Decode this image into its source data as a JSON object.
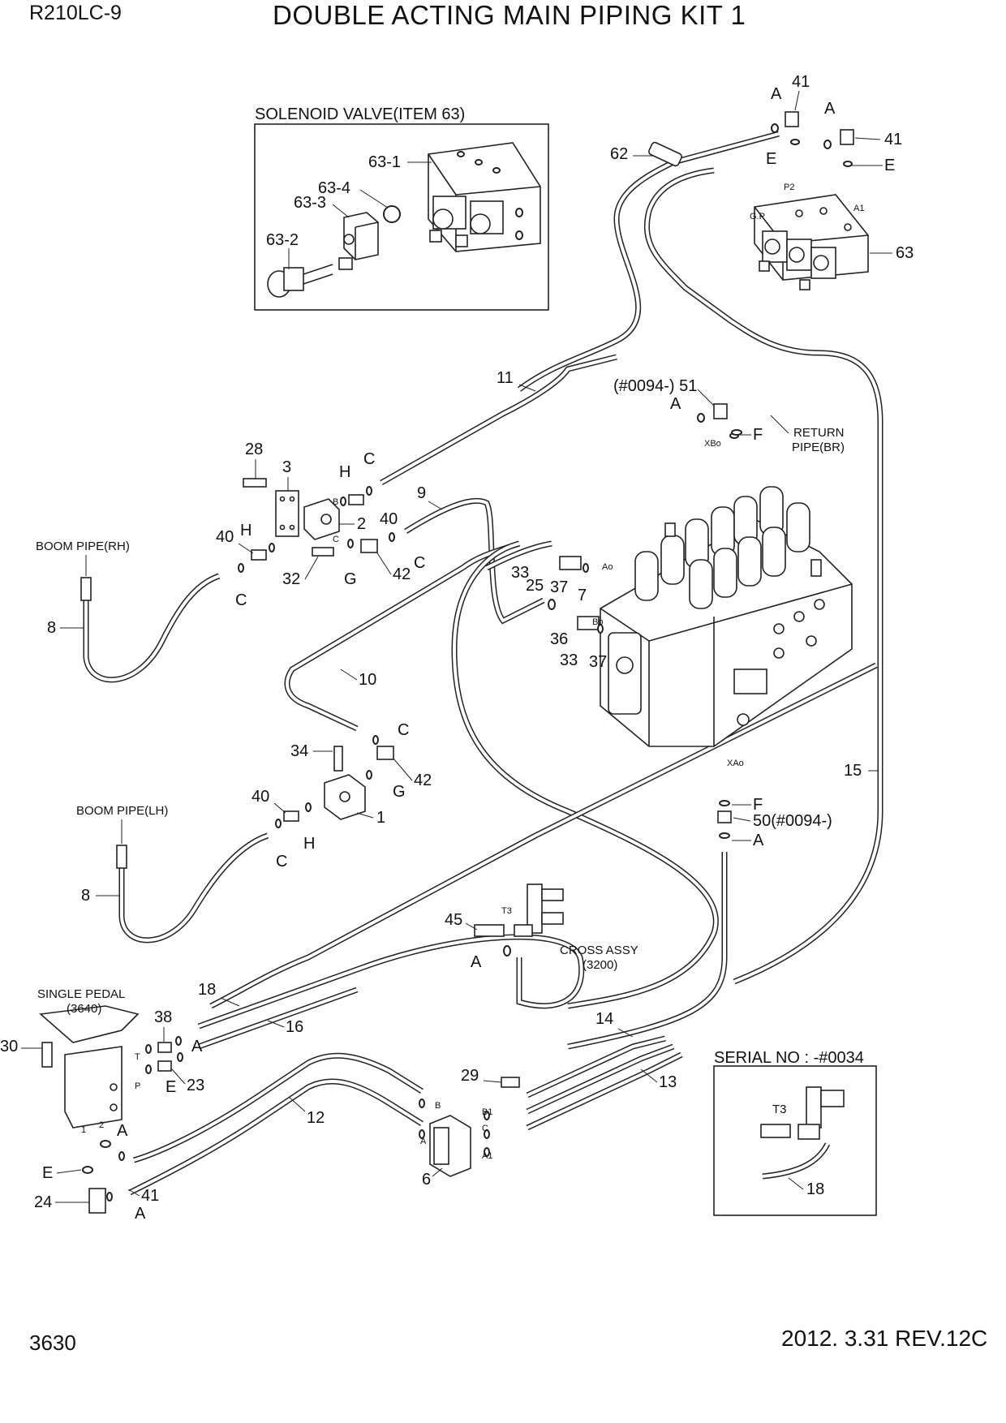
{
  "header": {
    "model": "R210LC-9",
    "title": "DOUBLE ACTING MAIN PIPING KIT 1"
  },
  "footer": {
    "page_number": "3630",
    "revision": "2012. 3.31  REV.12C"
  },
  "insets": {
    "solenoid_title": "SOLENOID VALVE(ITEM 63)",
    "serial_title": "SERIAL NO : -#0034"
  },
  "notes": {
    "boom_pipe_rh": "BOOM PIPE(RH)",
    "boom_pipe_lh": "BOOM PIPE(LH)",
    "return_pipe_1": "RETURN",
    "return_pipe_2": "PIPE(BR)",
    "single_pedal_1": "SINGLE PEDAL",
    "single_pedal_2": "(3640)",
    "cross_assy_1": "CROSS ASSY",
    "cross_assy_2": "(3200)"
  },
  "callouts": {
    "c63_1": "63-1",
    "c63_2": "63-2",
    "c63_3": "63-3",
    "c63_4": "63-4",
    "c41a": "41",
    "c41b": "41",
    "c41c": "41",
    "c62": "62",
    "c63": "63",
    "c11": "11",
    "c51": "(#0094-) 51",
    "c28": "28",
    "c3": "3",
    "c2": "2",
    "c9": "9",
    "c40a": "40",
    "c40b": "40",
    "c40c": "40",
    "c42a": "42",
    "c42b": "42",
    "c32": "32",
    "c8a": "8",
    "c8b": "8",
    "c33a": "33",
    "c33b": "33",
    "c25": "25",
    "c37a": "37",
    "c37b": "37",
    "c7": "7",
    "c36": "36",
    "c10": "10",
    "c34": "34",
    "c1": "1",
    "c15": "15",
    "c50": "50(#0094-)",
    "c45": "45",
    "c18a": "18",
    "c18b": "18",
    "c16": "16",
    "c14": "14",
    "c13": "13",
    "c12": "12",
    "c6": "6",
    "c29": "29",
    "c30": "30",
    "c38": "38",
    "c23": "23",
    "c24": "24"
  },
  "letters": {
    "A": "A",
    "C": "C",
    "E": "E",
    "F": "F",
    "G": "G",
    "H": "H"
  },
  "port_labels": {
    "p2": "P2",
    "a1": "A1",
    "gp": "G.P",
    "xbo": "XBo",
    "xao": "XAo",
    "ao": "Ao",
    "bo": "Bo",
    "b": "B",
    "c": "C",
    "t": "T",
    "p": "P",
    "t3": "T3",
    "b1": "B1",
    "a": "A",
    "one": "1",
    "two": "2"
  }
}
